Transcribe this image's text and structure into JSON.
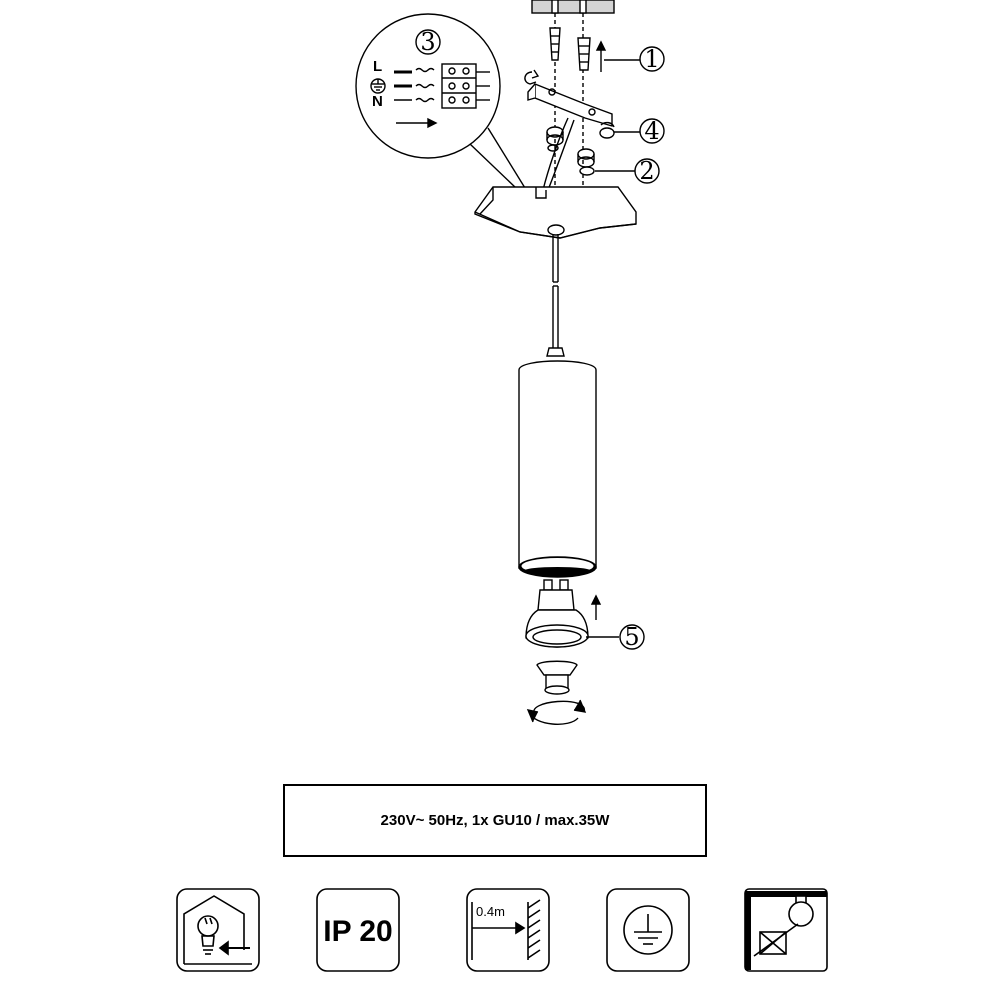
{
  "diagram": {
    "callouts": {
      "c1": "1",
      "c2": "2",
      "c3": "3",
      "c4": "4",
      "c5": "5"
    },
    "wiring_detail": {
      "line_label": "L",
      "neutral_label": "N"
    }
  },
  "spec": {
    "text": "230V~ 50Hz, 1x GU10 / max.35W"
  },
  "icons": {
    "ip_rating": "IP 20",
    "distance": "0.4m"
  }
}
